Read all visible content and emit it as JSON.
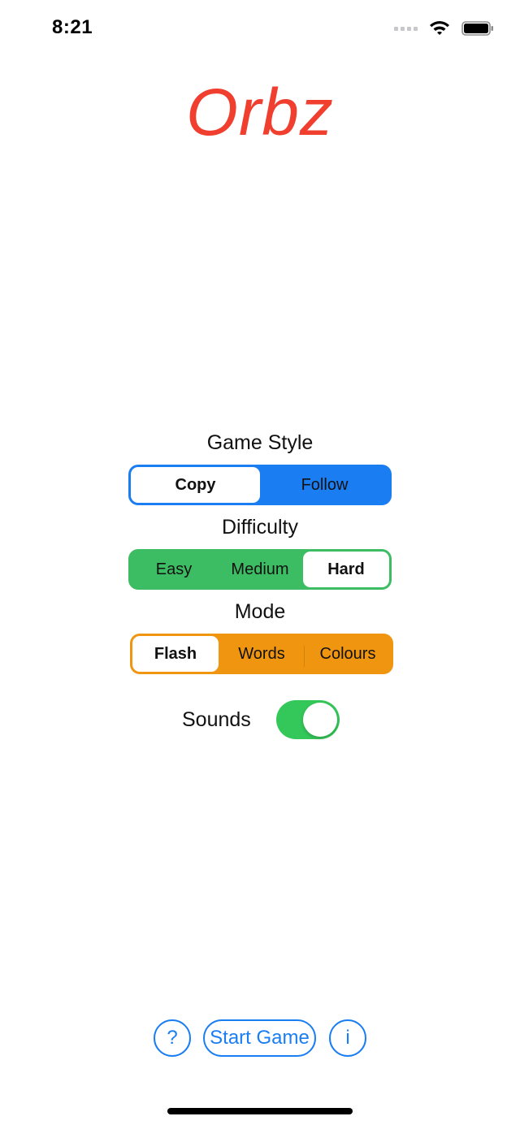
{
  "status_bar": {
    "time": "8:21"
  },
  "app": {
    "title": "Orbz"
  },
  "game_style": {
    "label": "Game Style",
    "options": [
      "Copy",
      "Follow"
    ],
    "selected": "Copy",
    "color": "#1a7ef2"
  },
  "difficulty": {
    "label": "Difficulty",
    "options": [
      "Easy",
      "Medium",
      "Hard"
    ],
    "selected": "Hard",
    "color": "#3dbd63"
  },
  "mode": {
    "label": "Mode",
    "options": [
      "Flash",
      "Words",
      "Colours"
    ],
    "selected": "Flash",
    "color": "#f0950f"
  },
  "sounds": {
    "label": "Sounds",
    "enabled": true,
    "color": "#34c759"
  },
  "footer": {
    "help_label": "?",
    "start_label": "Start Game",
    "info_label": "i",
    "accent": "#1a7ef2"
  },
  "theme": {
    "title_color": "#f03e2f"
  }
}
